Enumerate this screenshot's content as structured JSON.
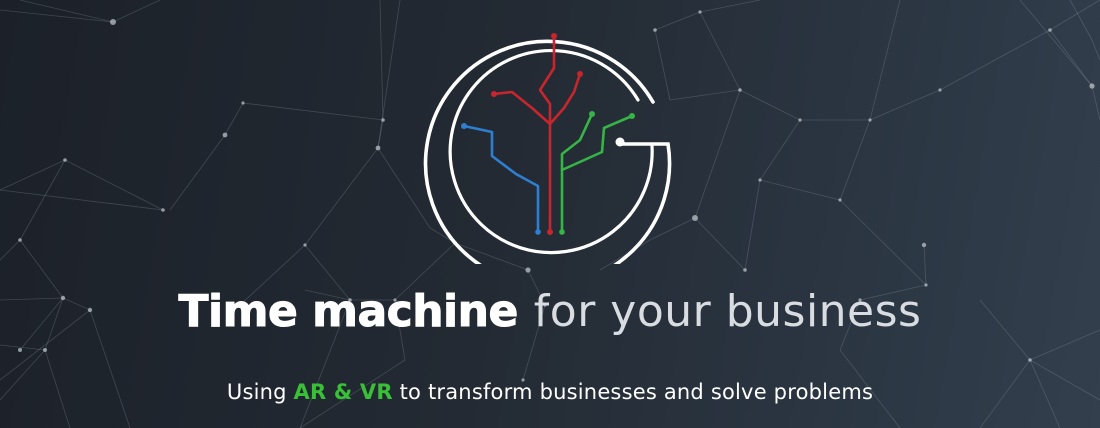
{
  "hero": {
    "headline_bold": "Time machine",
    "headline_light": "for your business",
    "tagline_prefix": "Using ",
    "tagline_accent": "AR & VR",
    "tagline_suffix": " to transform businesses and solve problems"
  },
  "logo": {
    "icon": "g-circuit-tree-logo",
    "colors": {
      "ring": "#ffffff",
      "blue": "#2f7fd1",
      "red": "#c8252c",
      "green": "#36b446"
    }
  },
  "colors": {
    "accent_green": "#39c037",
    "background_dark": "#1c2129",
    "background_light": "#333f4d"
  }
}
